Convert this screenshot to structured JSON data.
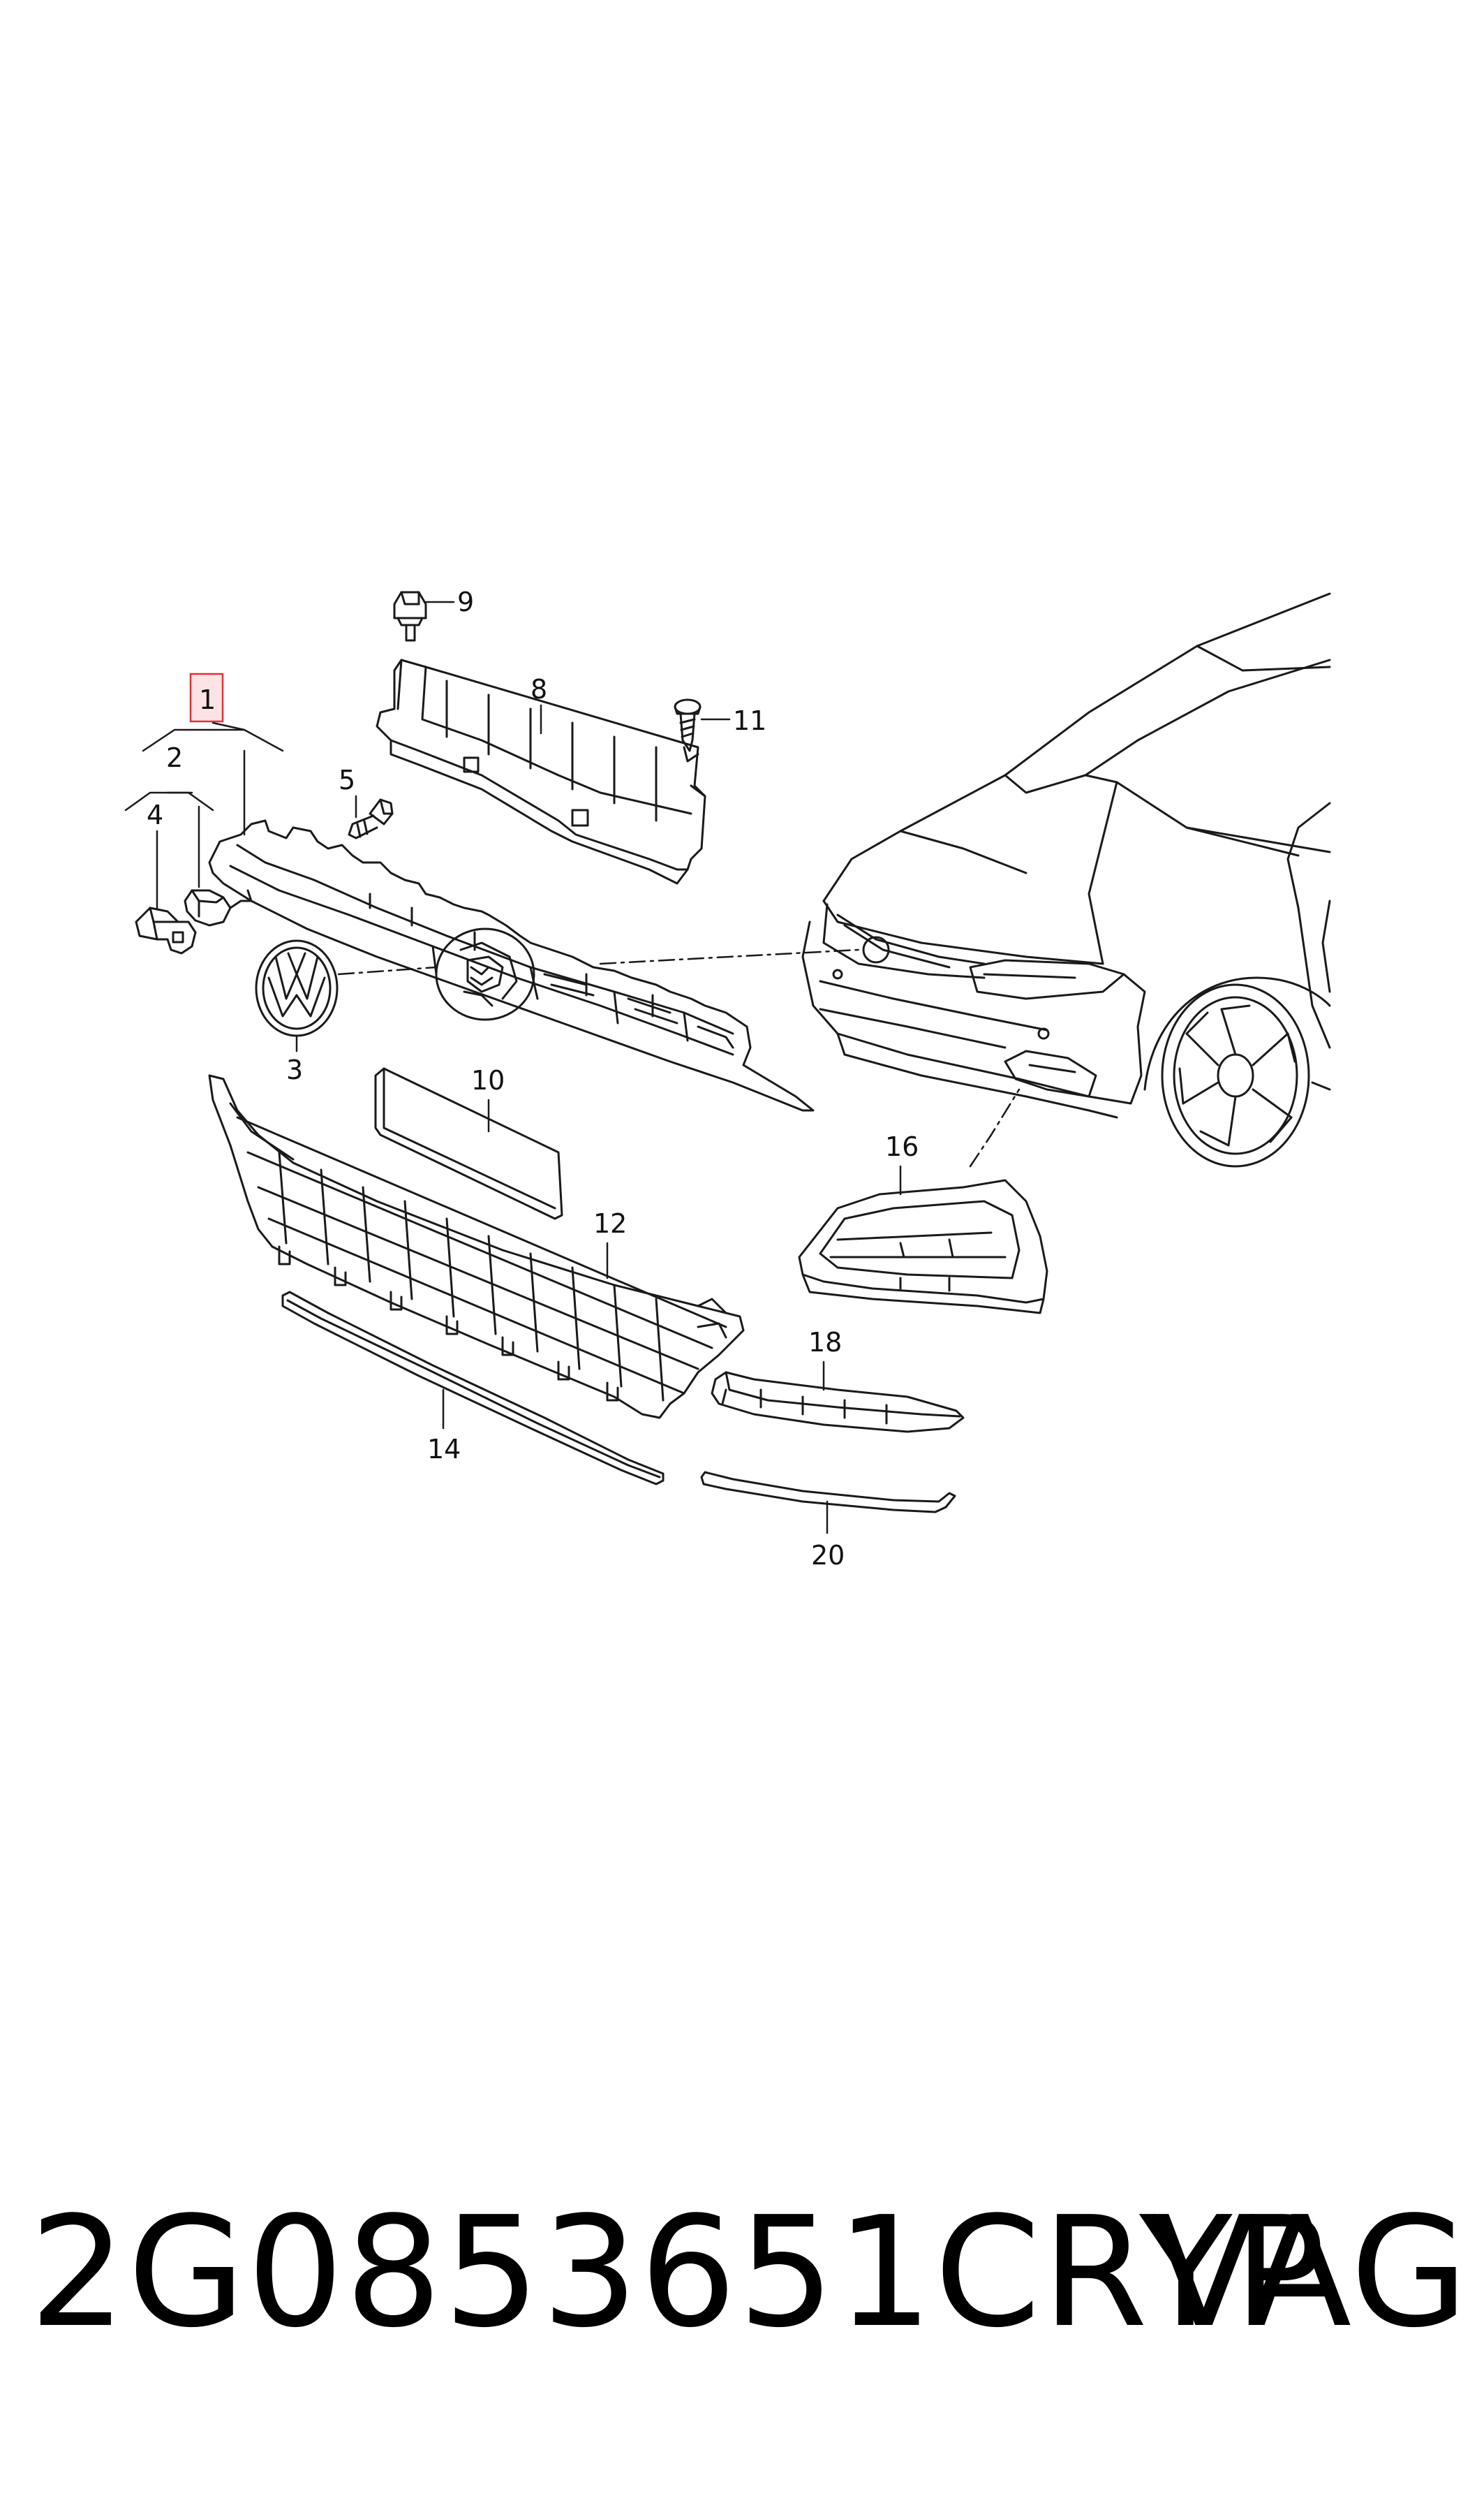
{
  "callouts": {
    "c1": "1",
    "c2": "2",
    "c3": "3",
    "c4": "4",
    "c5": "5",
    "c8": "8",
    "c9": "9",
    "c10": "10",
    "c11": "11",
    "c12": "12",
    "c14": "14",
    "c16": "16",
    "c18": "18",
    "c20": "20"
  },
  "highlight": {
    "callout": "1",
    "color": "#e0303a",
    "fill": "#fde3e4"
  },
  "footer": {
    "part_number": "2G0853651CRYP",
    "brand": "VAG"
  },
  "colors": {
    "line": "#1a1a1a"
  }
}
